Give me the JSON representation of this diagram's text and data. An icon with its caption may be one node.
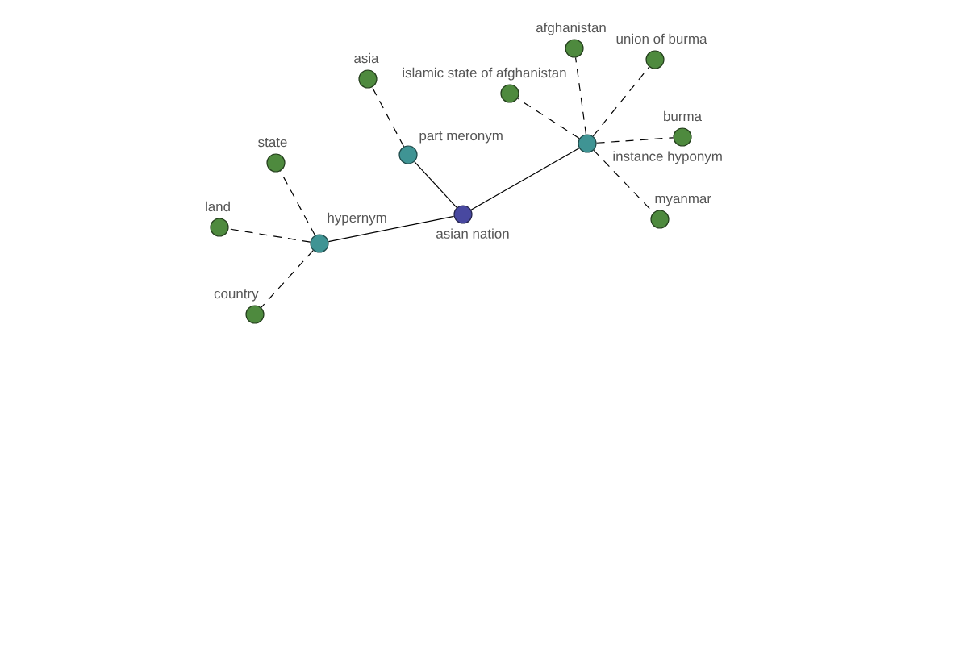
{
  "diagram": {
    "nodes": [
      {
        "text": [
          "asian nation"
        ]
      },
      {
        "text": [
          "hypernym"
        ]
      },
      {
        "text": [
          "part meronym"
        ]
      },
      {
        "text": [
          "instance hyponym"
        ]
      },
      {
        "text": [
          "state"
        ]
      },
      {
        "text": [
          "land"
        ]
      },
      {
        "text": [
          "country"
        ]
      },
      {
        "text": [
          "asia"
        ]
      },
      {
        "text": [
          "islamic state of afghanistan"
        ]
      },
      {
        "text": [
          "afghanistan"
        ]
      },
      {
        "text": [
          "union of burma"
        ]
      },
      {
        "text": [
          "burma"
        ]
      },
      {
        "text": [
          "myanmar"
        ]
      }
    ],
    "edges": [
      {
        "from": 0,
        "to": 1,
        "arrow": "none"
      },
      {
        "from": 0,
        "to": 2,
        "arrow": "none"
      },
      {
        "from": 0,
        "to": 3,
        "arrow": "none"
      },
      {
        "from": 1,
        "to": 4,
        "arrow": "none",
        "style": "dashed"
      },
      {
        "from": 1,
        "to": 5,
        "arrow": "none",
        "style": "dashed"
      },
      {
        "from": 1,
        "to": 6,
        "arrow": "none",
        "style": "dashed"
      },
      {
        "from": 2,
        "to": 7,
        "arrow": "none",
        "style": "dashed"
      },
      {
        "from": 3,
        "to": 8,
        "arrow": "none",
        "style": "dashed"
      },
      {
        "from": 3,
        "to": 9,
        "arrow": "none",
        "style": "dashed"
      },
      {
        "from": 3,
        "to": 10,
        "arrow": "none",
        "style": "dashed"
      },
      {
        "from": 3,
        "to": 11,
        "arrow": "none",
        "style": "dashed"
      },
      {
        "from": 3,
        "to": 12,
        "arrow": "none",
        "style": "dashed"
      }
    ]
  }
}
